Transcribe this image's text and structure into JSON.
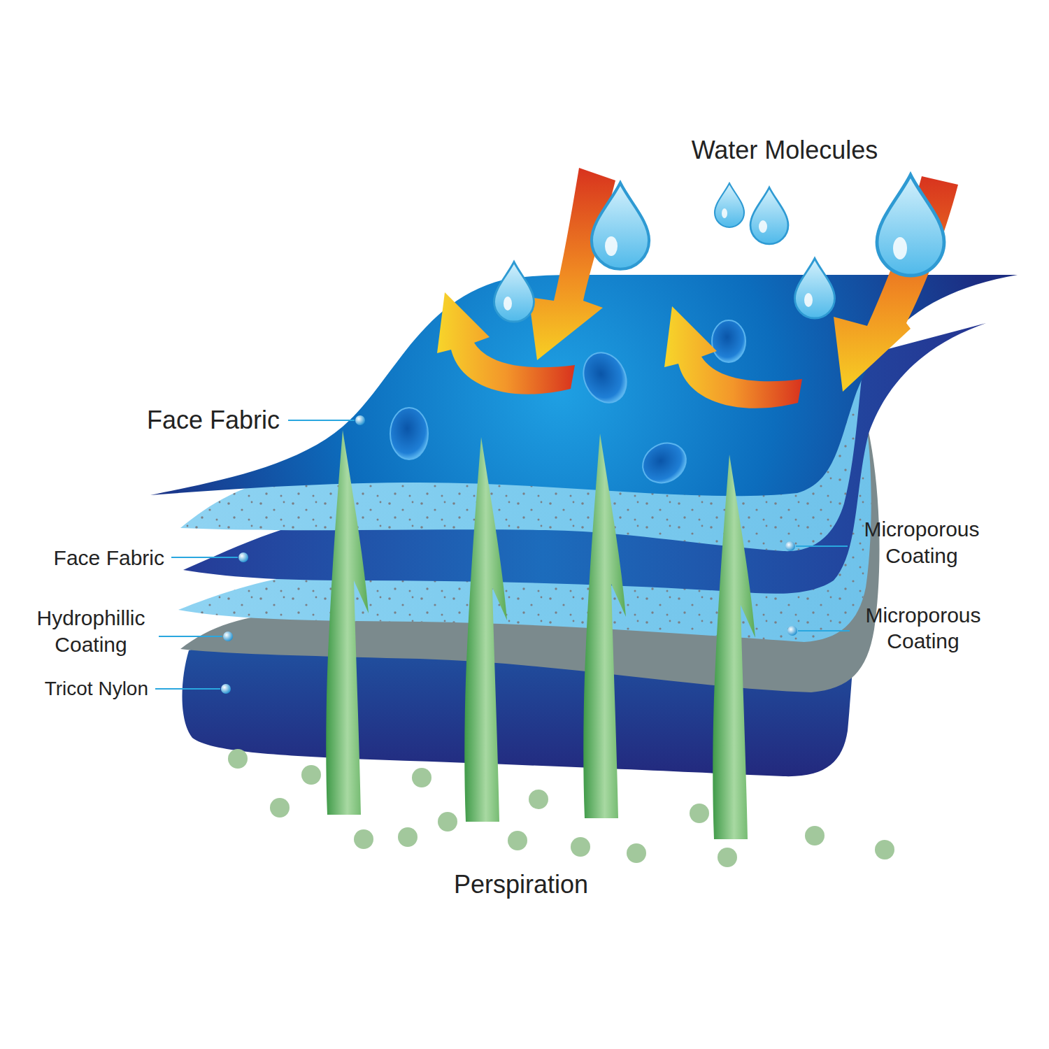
{
  "diagram": {
    "labels": [
      "Water Molecules",
      "Face Fabric",
      "Microporous Coating",
      "Face Fabric",
      "Microporous Coating",
      "Hydrophillic Coating",
      "Tricot Nylon",
      "Perspiration"
    ]
  }
}
